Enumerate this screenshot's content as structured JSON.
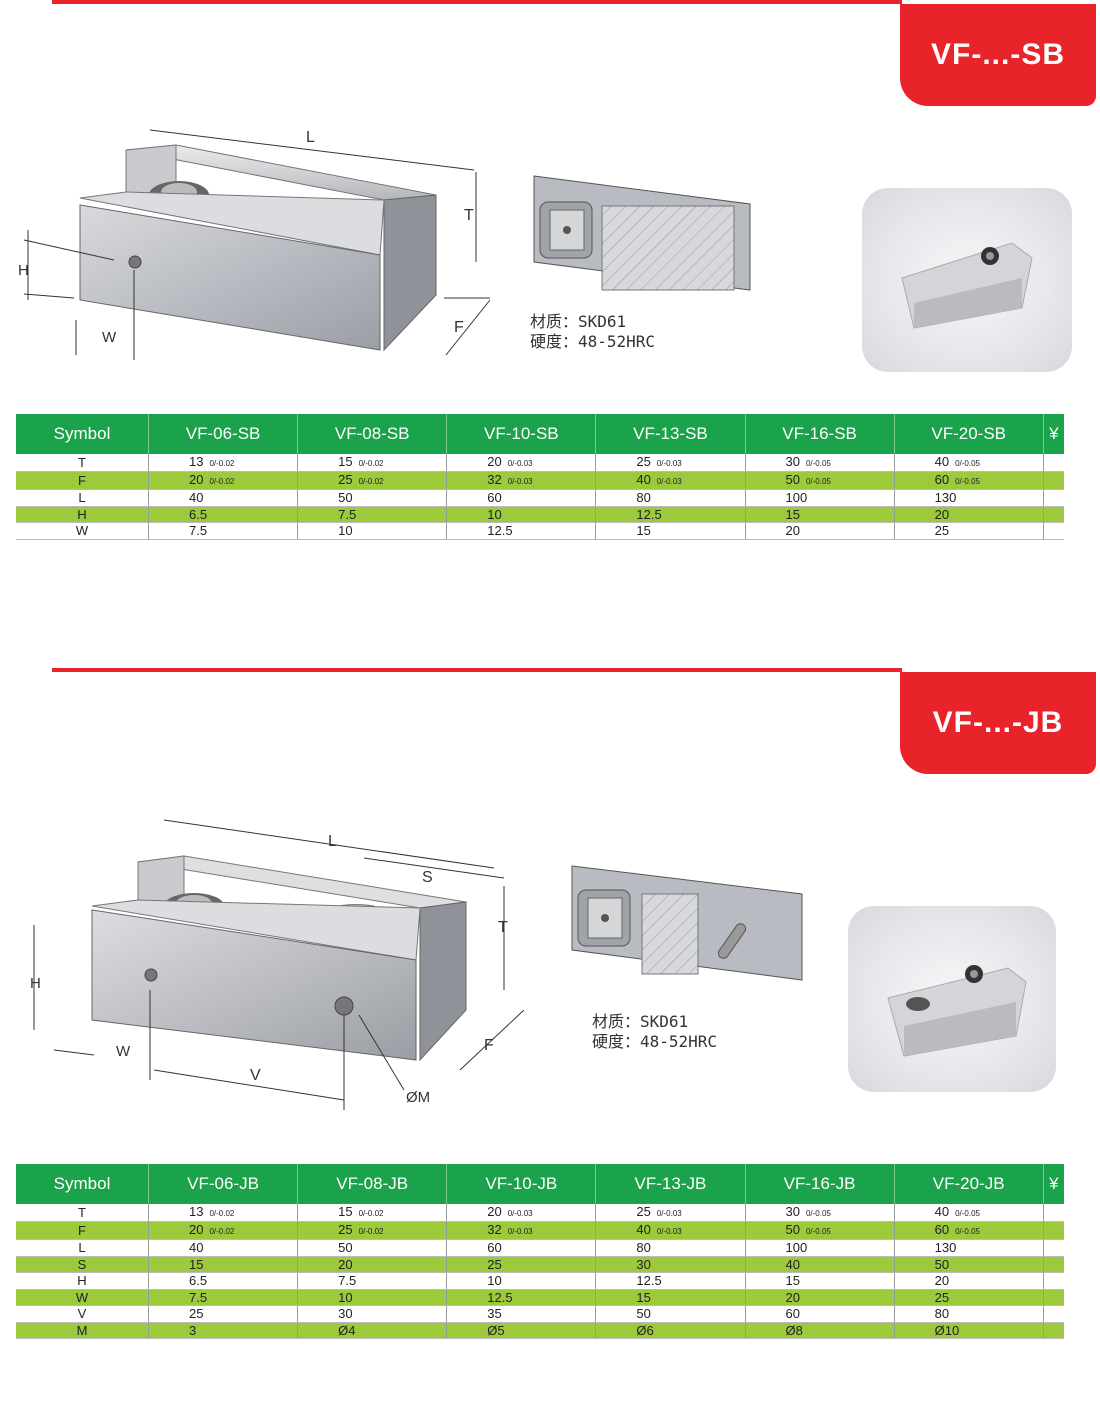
{
  "sections": [
    {
      "tab": "VF-...-SB",
      "material": {
        "line1": "材质：SKD61",
        "line2": "硬度：48-52HRC"
      },
      "labels": {
        "L": "L",
        "T": "T",
        "H": "H",
        "F": "F",
        "W": "W"
      },
      "table": {
        "headers": [
          "Symbol",
          "VF-06-SB",
          "VF-08-SB",
          "VF-10-SB",
          "VF-13-SB",
          "VF-16-SB",
          "VF-20-SB",
          "¥"
        ],
        "rows": [
          {
            "sym": "T",
            "vals": [
              [
                "13",
                "0/-0.02"
              ],
              [
                "15",
                "0/-0.02"
              ],
              [
                "20",
                "0/-0.03"
              ],
              [
                "25",
                "0/-0.03"
              ],
              [
                "30",
                "0/-0.05"
              ],
              [
                "40",
                "0/-0.05"
              ]
            ]
          },
          {
            "sym": "F",
            "vals": [
              [
                "20",
                "0/-0.02"
              ],
              [
                "25",
                "0/-0.02"
              ],
              [
                "32",
                "0/-0.03"
              ],
              [
                "40",
                "0/-0.03"
              ],
              [
                "50",
                "0/-0.05"
              ],
              [
                "60",
                "0/-0.05"
              ]
            ]
          },
          {
            "sym": "L",
            "vals": [
              [
                "40",
                ""
              ],
              [
                "50",
                ""
              ],
              [
                "60",
                ""
              ],
              [
                "80",
                ""
              ],
              [
                "100",
                ""
              ],
              [
                "130",
                ""
              ]
            ]
          },
          {
            "sym": "H",
            "vals": [
              [
                "6.5",
                ""
              ],
              [
                "7.5",
                ""
              ],
              [
                "10",
                ""
              ],
              [
                "12.5",
                ""
              ],
              [
                "15",
                ""
              ],
              [
                "20",
                ""
              ]
            ]
          },
          {
            "sym": "W",
            "vals": [
              [
                "7.5",
                ""
              ],
              [
                "10",
                ""
              ],
              [
                "12.5",
                ""
              ],
              [
                "15",
                ""
              ],
              [
                "20",
                ""
              ],
              [
                "25",
                ""
              ]
            ]
          }
        ]
      }
    },
    {
      "tab": "VF-...-JB",
      "material": {
        "line1": "材质：SKD61",
        "line2": "硬度：48-52HRC"
      },
      "labels": {
        "L": "L",
        "S": "S",
        "T": "T",
        "H": "H",
        "F": "F",
        "W": "W",
        "V": "V",
        "M": "ØM"
      },
      "table": {
        "headers": [
          "Symbol",
          "VF-06-JB",
          "VF-08-JB",
          "VF-10-JB",
          "VF-13-JB",
          "VF-16-JB",
          "VF-20-JB",
          "¥"
        ],
        "rows": [
          {
            "sym": "T",
            "vals": [
              [
                "13",
                "0/-0.02"
              ],
              [
                "15",
                "0/-0.02"
              ],
              [
                "20",
                "0/-0.03"
              ],
              [
                "25",
                "0/-0.03"
              ],
              [
                "30",
                "0/-0.05"
              ],
              [
                "40",
                "0/-0.05"
              ]
            ]
          },
          {
            "sym": "F",
            "vals": [
              [
                "20",
                "0/-0.02"
              ],
              [
                "25",
                "0/-0.02"
              ],
              [
                "32",
                "0/-0.03"
              ],
              [
                "40",
                "0/-0.03"
              ],
              [
                "50",
                "0/-0.05"
              ],
              [
                "60",
                "0/-0.05"
              ]
            ]
          },
          {
            "sym": "L",
            "vals": [
              [
                "40",
                ""
              ],
              [
                "50",
                ""
              ],
              [
                "60",
                ""
              ],
              [
                "80",
                ""
              ],
              [
                "100",
                ""
              ],
              [
                "130",
                ""
              ]
            ]
          },
          {
            "sym": "S",
            "vals": [
              [
                "15",
                ""
              ],
              [
                "20",
                ""
              ],
              [
                "25",
                ""
              ],
              [
                "30",
                ""
              ],
              [
                "40",
                ""
              ],
              [
                "50",
                ""
              ]
            ]
          },
          {
            "sym": "H",
            "vals": [
              [
                "6.5",
                ""
              ],
              [
                "7.5",
                ""
              ],
              [
                "10",
                ""
              ],
              [
                "12.5",
                ""
              ],
              [
                "15",
                ""
              ],
              [
                "20",
                ""
              ]
            ]
          },
          {
            "sym": "W",
            "vals": [
              [
                "7.5",
                ""
              ],
              [
                "10",
                ""
              ],
              [
                "12.5",
                ""
              ],
              [
                "15",
                ""
              ],
              [
                "20",
                ""
              ],
              [
                "25",
                ""
              ]
            ]
          },
          {
            "sym": "V",
            "vals": [
              [
                "25",
                ""
              ],
              [
                "30",
                ""
              ],
              [
                "35",
                ""
              ],
              [
                "50",
                ""
              ],
              [
                "60",
                ""
              ],
              [
                "80",
                ""
              ]
            ]
          },
          {
            "sym": "M",
            "vals": [
              [
                "3",
                ""
              ],
              [
                "Ø4",
                ""
              ],
              [
                "Ø5",
                ""
              ],
              [
                "Ø6",
                ""
              ],
              [
                "Ø8",
                ""
              ],
              [
                "Ø10",
                ""
              ]
            ]
          }
        ]
      }
    }
  ],
  "colors": {
    "accent_red": "#e8232a",
    "header_green": "#1aa34a",
    "row_green": "#9dc93d"
  }
}
